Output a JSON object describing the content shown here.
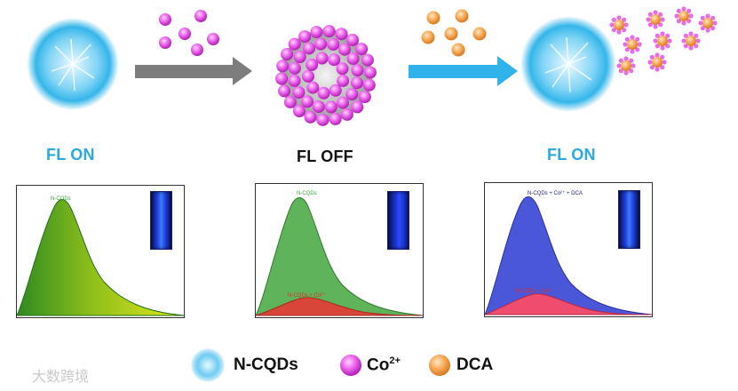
{
  "states": {
    "left": "FL ON",
    "middle": "FL OFF",
    "right": "FL ON"
  },
  "panels": {
    "left_label": "N-CQDs",
    "middle_label_top": "N-CQDs",
    "middle_label_bottom": "N-CQDs + Co²⁺",
    "right_label_top": "N-CQDs + Co²⁺ + DCA",
    "right_label_bottom": "N-CQDs + Co²⁺"
  },
  "legend": {
    "ncqds": "N-CQDs",
    "co_base": "Co",
    "co_sup": "2+",
    "dca": "DCA"
  },
  "watermark": "大数跨境",
  "colors": {
    "state_on": "#2aa8e0",
    "state_off": "#111111",
    "magenta": "#e84de8",
    "orange": "#f5a04a",
    "arrow_gray": "#7d7d7d",
    "arrow_blue": "#2fb3ea"
  }
}
